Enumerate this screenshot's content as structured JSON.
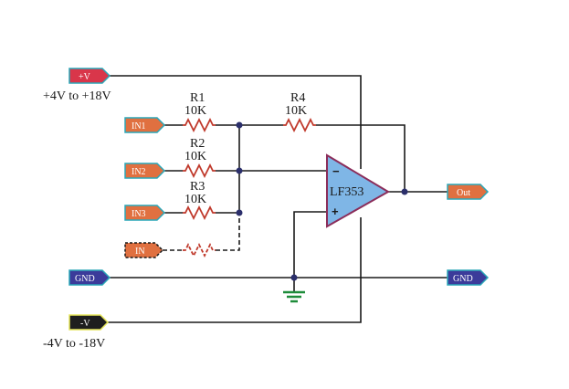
{
  "ports": {
    "vplus": "+V",
    "vminus": "-V",
    "in1": "IN1",
    "in2": "IN2",
    "in3": "IN3",
    "inx": "IN",
    "gnd_left": "GND",
    "gnd_right": "GND",
    "out": "Out"
  },
  "supply": {
    "positive_range": "+4V to +18V",
    "negative_range": "-4V to -18V"
  },
  "resistors": {
    "r1": {
      "name": "R1",
      "value": "10K"
    },
    "r2": {
      "name": "R2",
      "value": "10K"
    },
    "r3": {
      "name": "R3",
      "value": "10K"
    },
    "r4": {
      "name": "R4",
      "value": "10K"
    }
  },
  "opamp": {
    "part": "LF353",
    "inverting": "−",
    "noninverting": "+"
  },
  "colors": {
    "vplus_fill": "#d9364a",
    "vminus_fill": "#1e1e1e",
    "input_fill": "#e07040",
    "gnd_fill": "#3b3b9a",
    "opamp_fill": "#7fb6e6",
    "port_border": "#2aa7b8"
  }
}
